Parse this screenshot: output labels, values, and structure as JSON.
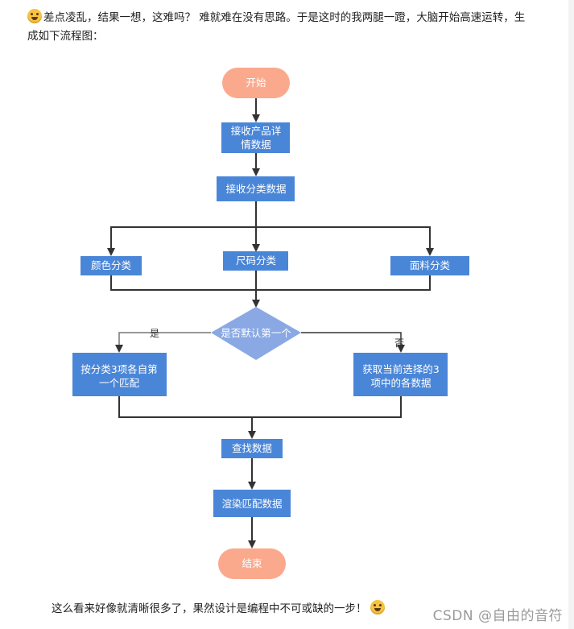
{
  "intro_text": "差点凌乱，结果一想，这难吗？ 难就难在没有思路。于是这时的我两腿一蹬，大脑开始高速运转，生成如下流程图：",
  "outro_text": "这么看来好像就清晰很多了，果然设计是编程中不可或缺的一步！",
  "watermark": "CSDN @自由的音符",
  "emoji_names": [
    "laughing-emoji",
    "smiling-emoji"
  ],
  "flowchart": {
    "colors": {
      "process": "#4a86d8",
      "terminal": "#fba98d",
      "decision": "#8aa8e3",
      "line": "#333333"
    },
    "nodes": {
      "start": "开始",
      "receive_detail": [
        "接收产品详",
        "情数据"
      ],
      "receive_category": "接收分类数据",
      "color_category": "颜色分类",
      "size_category": "尺码分类",
      "fabric_category": "面料分类",
      "decision": "是否默认第一个",
      "match_first": [
        "按分类3项各自第",
        "一个匹配"
      ],
      "get_current": [
        "获取当前选择的3",
        "项中的各数据"
      ],
      "find_data": "查找数据",
      "render_data": "渲染匹配数据",
      "end": "结束"
    },
    "edge_labels": {
      "yes": "是",
      "no": "否"
    }
  }
}
